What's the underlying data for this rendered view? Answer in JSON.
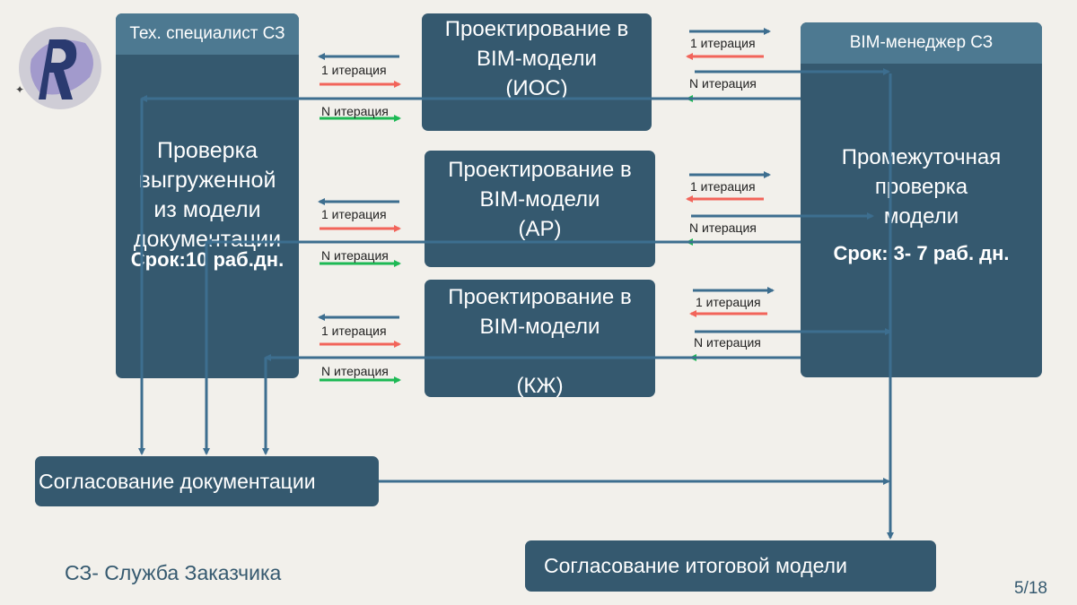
{
  "tech": {
    "title": "Тех. специалист СЗ",
    "body": [
      "Проверка",
      "выгруженной",
      "из модели",
      "документации"
    ],
    "term": "Срок:10 раб.дн."
  },
  "manager": {
    "title": "BIM-менеджер СЗ",
    "body": [
      "Промежуточная",
      "проверка",
      "модели"
    ],
    "term": "Срок: 3- 7 раб. дн."
  },
  "projects": [
    {
      "line1": "Проектирование в",
      "line2": "BIM-модели",
      "line3": "(ИОС)"
    },
    {
      "line1": "Проектирование в",
      "line2": "BIM-модели",
      "line3": "(АР)"
    },
    {
      "line1": "Проектирование в",
      "line2": "BIM-модели",
      "line3": "(КЖ)"
    }
  ],
  "labels": {
    "first": "1 итерация",
    "n": "N итерация"
  },
  "approval_docs": "Согласование документации",
  "approval_model": "Согласование итоговой модели",
  "footer_note": "СЗ- Служба Заказчика",
  "page_number": "5/18",
  "colors": {
    "box": "#35596f",
    "header": "#4d7991",
    "arrow_blue": "#3d6e8f",
    "arrow_red": "#f2645a",
    "arrow_green": "#1db954"
  }
}
